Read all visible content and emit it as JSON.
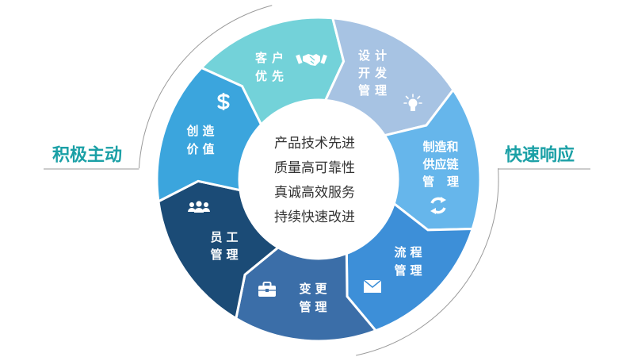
{
  "labels": {
    "left": "积极主动",
    "right": "快速响应"
  },
  "center": {
    "lines": [
      "产品技术先进",
      "质量高可靠性",
      "真诚高效服务",
      "持续快速改进"
    ]
  },
  "segments": [
    {
      "lines": [
        "客户",
        "优先"
      ],
      "color": "#73d2d9",
      "icon": "handshake-icon"
    },
    {
      "lines": [
        "设计",
        "开发",
        "管理"
      ],
      "color": "#a7c3e3",
      "icon": "lightbulb-icon"
    },
    {
      "lines": [
        "制造和",
        "供应链",
        "管理"
      ],
      "color": "#66b6eb",
      "icon": "cycle-icon"
    },
    {
      "lines": [
        "流程",
        "管理"
      ],
      "color": "#3d8fd8",
      "icon": "envelope-icon"
    },
    {
      "lines": [
        "变更",
        "管理"
      ],
      "color": "#3b6ea8",
      "icon": "briefcase-icon"
    },
    {
      "lines": [
        "员工",
        "管理"
      ],
      "color": "#1b4b76",
      "icon": "people-icon"
    },
    {
      "lines": [
        "创造",
        "价值"
      ],
      "color": "#3ba5dd",
      "icon": "dollar-icon"
    }
  ],
  "colors": {
    "label": "#1ba0a6",
    "center_text": "#333333",
    "guide_line": "#9a9a9a",
    "background": "#ffffff"
  }
}
